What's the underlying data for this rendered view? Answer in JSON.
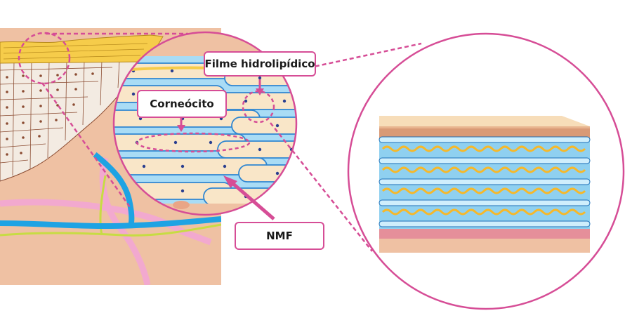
{
  "labels": {
    "lipid_film": "Filme hidrolipídico",
    "corneocyte": "Corneócito",
    "nmf": "NMF"
  },
  "colors": {
    "pink_accent": "#d64d96",
    "corneocyte_fill": "#f9e6c8",
    "lipid_blue": "#a9dcf5",
    "cell_border": "#2f86d1",
    "nucleus": "#2a3e8f",
    "keratin_yellow": "#f6cc4a",
    "dermis_skin": "#efc1a3",
    "vessel_blue": "#1ea3e3",
    "vessel_pink": "#f2a9cf",
    "nerve_green": "#c7dc43"
  },
  "icons": [
    "skin-cross-section",
    "magnifier-circle",
    "lipid-layer-block"
  ]
}
